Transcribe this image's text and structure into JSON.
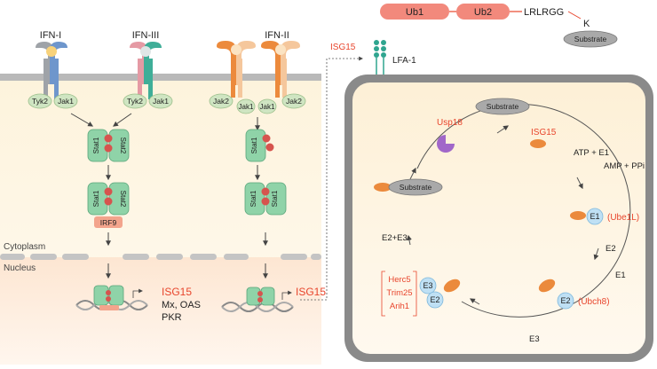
{
  "left_panel": {
    "receptors": {
      "ifn1": "IFN-I",
      "ifn3": "IFN-III",
      "ifn2": "IFN-II"
    },
    "kinases": {
      "tyk2_a": "Tyk2",
      "jak1_a": "Jak1",
      "tyk2_b": "Tyk2",
      "jak1_b": "Jak1",
      "jak2_a": "Jak2",
      "jak1_c": "Jak1",
      "jak1_d": "Jak1",
      "jak2_b": "Jak2"
    },
    "stats": {
      "stat1": "Stat1",
      "stat2": "Stat2",
      "irf9": "IRF9"
    },
    "compartments": {
      "cytoplasm": "Cytoplasm",
      "nucleus": "Nucleus"
    },
    "genes": {
      "isg15": "ISG15",
      "line2": "Mx, OAS",
      "line3": "PKR"
    },
    "isg15_out": "ISG15"
  },
  "right_panel": {
    "ubl_domains": {
      "ub1": "Ub1",
      "ub2": "Ub2",
      "tail": "LRLRGG",
      "k": "K",
      "substrate": "Substrate"
    },
    "lfa": {
      "isg15": "ISG15",
      "receptor": "LFA-1"
    },
    "cycle": {
      "substrate_top": "Substrate",
      "usp18": "Usp18",
      "isg15": "ISG15",
      "atp": "ATP + E1",
      "amp": "AMP + PPi",
      "e1": "E1",
      "ube1l": "(Ube1L)",
      "e2_in": "E2",
      "e1_out": "E1",
      "e2": "E2",
      "ubch8": "(Ubch8)",
      "e3_in": "E3",
      "e3": "E3",
      "e2b": "E2",
      "ligases": [
        "Herc5",
        "Trim25",
        "Arih1"
      ],
      "e2e3": "E2+E3",
      "substrate_left": "Substrate"
    }
  },
  "colors": {
    "isg15_red": "#e8452c",
    "enzyme_blue": "#bfe0f4",
    "stat_green": "#8fd3a8",
    "irf9": "#f3a48c",
    "ubl_red": "#f2897c",
    "cell_border": "#808080"
  }
}
